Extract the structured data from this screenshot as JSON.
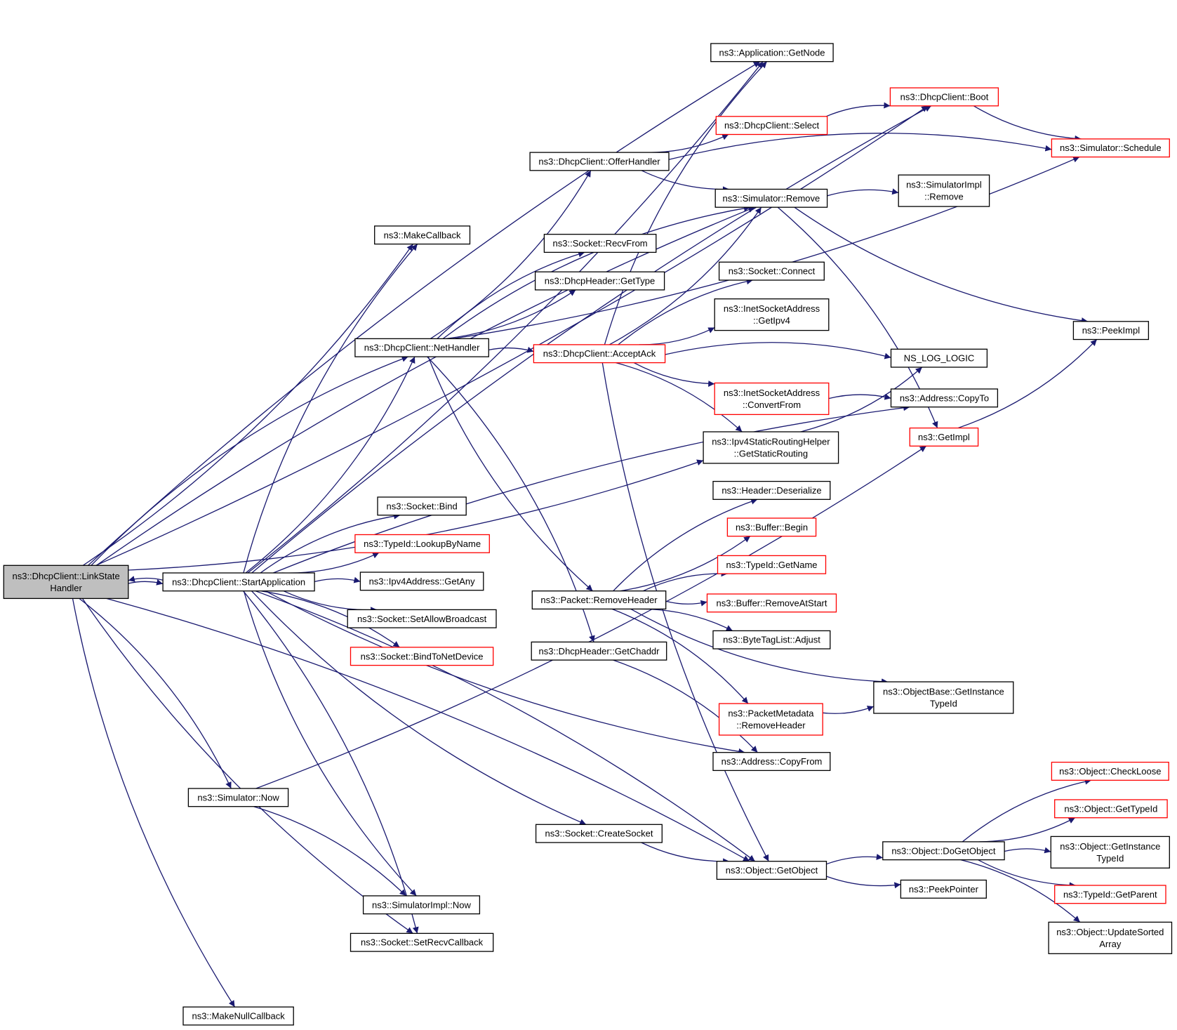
{
  "colors": {
    "edge": "#191970",
    "node_border": "#000000",
    "node_border_highlight": "#ff0000",
    "focus_fill": "#bfbfbf",
    "node_fill": "#ffffff"
  },
  "nodes": [
    {
      "id": "linkstate",
      "lines": [
        "ns3::DhcpClient::LinkState",
        "Handler"
      ],
      "style": "focus"
    },
    {
      "id": "startapp",
      "lines": [
        "ns3::DhcpClient::StartApplication"
      ],
      "style": "normal"
    },
    {
      "id": "nethandler",
      "lines": [
        "ns3::DhcpClient::NetHandler"
      ],
      "style": "normal"
    },
    {
      "id": "makecallback",
      "lines": [
        "ns3::MakeCallback"
      ],
      "style": "normal"
    },
    {
      "id": "simnow",
      "lines": [
        "ns3::Simulator::Now"
      ],
      "style": "normal"
    },
    {
      "id": "makenullcb",
      "lines": [
        "ns3::MakeNullCallback"
      ],
      "style": "normal"
    },
    {
      "id": "sockbind",
      "lines": [
        "ns3::Socket::Bind"
      ],
      "style": "normal"
    },
    {
      "id": "lookupbyname",
      "lines": [
        "ns3::TypeId::LookupByName"
      ],
      "style": "red"
    },
    {
      "id": "getany",
      "lines": [
        "ns3::Ipv4Address::GetAny"
      ],
      "style": "normal"
    },
    {
      "id": "setallowbc",
      "lines": [
        "ns3::Socket::SetAllowBroadcast"
      ],
      "style": "normal"
    },
    {
      "id": "bindtodev",
      "lines": [
        "ns3::Socket::BindToNetDevice"
      ],
      "style": "red"
    },
    {
      "id": "simimplnow",
      "lines": [
        "ns3::SimulatorImpl::Now"
      ],
      "style": "normal"
    },
    {
      "id": "setrecvcb",
      "lines": [
        "ns3::Socket::SetRecvCallback"
      ],
      "style": "normal"
    },
    {
      "id": "offerhandler",
      "lines": [
        "ns3::DhcpClient::OfferHandler"
      ],
      "style": "normal"
    },
    {
      "id": "recvfrom",
      "lines": [
        "ns3::Socket::RecvFrom"
      ],
      "style": "normal"
    },
    {
      "id": "gettype",
      "lines": [
        "ns3::DhcpHeader::GetType"
      ],
      "style": "normal"
    },
    {
      "id": "acceptack",
      "lines": [
        "ns3::DhcpClient::AcceptAck"
      ],
      "style": "red"
    },
    {
      "id": "removeheader",
      "lines": [
        "ns3::Packet::RemoveHeader"
      ],
      "style": "normal"
    },
    {
      "id": "getchaddr",
      "lines": [
        "ns3::DhcpHeader::GetChaddr"
      ],
      "style": "normal"
    },
    {
      "id": "createsocket",
      "lines": [
        "ns3::Socket::CreateSocket"
      ],
      "style": "normal"
    },
    {
      "id": "getnode",
      "lines": [
        "ns3::Application::GetNode"
      ],
      "style": "normal"
    },
    {
      "id": "select",
      "lines": [
        "ns3::DhcpClient::Select"
      ],
      "style": "red"
    },
    {
      "id": "simremove",
      "lines": [
        "ns3::Simulator::Remove"
      ],
      "style": "normal"
    },
    {
      "id": "sockconnect",
      "lines": [
        "ns3::Socket::Connect"
      ],
      "style": "normal"
    },
    {
      "id": "getipv4",
      "lines": [
        "ns3::InetSocketAddress",
        "::GetIpv4"
      ],
      "style": "normal"
    },
    {
      "id": "convertfrom",
      "lines": [
        "ns3::InetSocketAddress",
        "::ConvertFrom"
      ],
      "style": "red"
    },
    {
      "id": "getstaticrouting",
      "lines": [
        "ns3::Ipv4StaticRoutingHelper",
        "::GetStaticRouting"
      ],
      "style": "normal"
    },
    {
      "id": "hdrdeser",
      "lines": [
        "ns3::Header::Deserialize"
      ],
      "style": "normal"
    },
    {
      "id": "bufbegin",
      "lines": [
        "ns3::Buffer::Begin"
      ],
      "style": "red"
    },
    {
      "id": "typeidgetname",
      "lines": [
        "ns3::TypeId::GetName"
      ],
      "style": "red"
    },
    {
      "id": "removeatstart",
      "lines": [
        "ns3::Buffer::RemoveAtStart"
      ],
      "style": "red"
    },
    {
      "id": "bytetagadjust",
      "lines": [
        "ns3::ByteTagList::Adjust"
      ],
      "style": "normal"
    },
    {
      "id": "pmremovehdr",
      "lines": [
        "ns3::PacketMetadata",
        "::RemoveHeader"
      ],
      "style": "red"
    },
    {
      "id": "addrcopyfrom",
      "lines": [
        "ns3::Address::CopyFrom"
      ],
      "style": "normal"
    },
    {
      "id": "objgetobject",
      "lines": [
        "ns3::Object::GetObject"
      ],
      "style": "normal"
    },
    {
      "id": "boot",
      "lines": [
        "ns3::DhcpClient::Boot"
      ],
      "style": "red"
    },
    {
      "id": "schedule",
      "lines": [
        "ns3::Simulator::Schedule"
      ],
      "style": "red"
    },
    {
      "id": "simimplremove",
      "lines": [
        "ns3::SimulatorImpl",
        "::Remove"
      ],
      "style": "normal"
    },
    {
      "id": "nslog",
      "lines": [
        "NS_LOG_LOGIC"
      ],
      "style": "normal"
    },
    {
      "id": "addrcopyto",
      "lines": [
        "ns3::Address::CopyTo"
      ],
      "style": "normal"
    },
    {
      "id": "getimpl",
      "lines": [
        "ns3::GetImpl"
      ],
      "style": "red"
    },
    {
      "id": "objbasegit",
      "lines": [
        "ns3::ObjectBase::GetInstance",
        "TypeId"
      ],
      "style": "normal"
    },
    {
      "id": "dogetobject",
      "lines": [
        "ns3::Object::DoGetObject"
      ],
      "style": "normal"
    },
    {
      "id": "peekpointer",
      "lines": [
        "ns3::PeekPointer"
      ],
      "style": "normal"
    },
    {
      "id": "peekimpl",
      "lines": [
        "ns3::PeekImpl"
      ],
      "style": "normal"
    },
    {
      "id": "checkloose",
      "lines": [
        "ns3::Object::CheckLoose"
      ],
      "style": "red"
    },
    {
      "id": "objgettypeid",
      "lines": [
        "ns3::Object::GetTypeId"
      ],
      "style": "red"
    },
    {
      "id": "objgetinst",
      "lines": [
        "ns3::Object::GetInstance",
        "TypeId"
      ],
      "style": "normal"
    },
    {
      "id": "getparent",
      "lines": [
        "ns3::TypeId::GetParent"
      ],
      "style": "red"
    },
    {
      "id": "updatesorted",
      "lines": [
        "ns3::Object::UpdateSorted",
        "Array"
      ],
      "style": "normal"
    }
  ],
  "edges": [
    [
      "linkstate",
      "startapp"
    ],
    [
      "startapp",
      "linkstate"
    ],
    [
      "linkstate",
      "getnode"
    ],
    [
      "linkstate",
      "boot"
    ],
    [
      "linkstate",
      "simremove"
    ],
    [
      "linkstate",
      "makecallback"
    ],
    [
      "linkstate",
      "nethandler"
    ],
    [
      "linkstate",
      "getstaticrouting"
    ],
    [
      "linkstate",
      "simnow"
    ],
    [
      "linkstate",
      "setrecvcb"
    ],
    [
      "linkstate",
      "objgetobject"
    ],
    [
      "linkstate",
      "makenullcb"
    ],
    [
      "startapp",
      "makecallback"
    ],
    [
      "startapp",
      "nethandler"
    ],
    [
      "startapp",
      "sockbind"
    ],
    [
      "startapp",
      "lookupbyname"
    ],
    [
      "startapp",
      "getany"
    ],
    [
      "startapp",
      "setallowbc"
    ],
    [
      "startapp",
      "bindtodev"
    ],
    [
      "startapp",
      "addrcopyfrom"
    ],
    [
      "startapp",
      "addrcopyto"
    ],
    [
      "startapp",
      "createsocket"
    ],
    [
      "startapp",
      "objgetobject"
    ],
    [
      "startapp",
      "simimplnow"
    ],
    [
      "startapp",
      "setrecvcb"
    ],
    [
      "startapp",
      "getnode"
    ],
    [
      "startapp",
      "boot"
    ],
    [
      "nethandler",
      "offerhandler"
    ],
    [
      "nethandler",
      "recvfrom"
    ],
    [
      "nethandler",
      "gettype"
    ],
    [
      "nethandler",
      "acceptack"
    ],
    [
      "nethandler",
      "removeheader"
    ],
    [
      "nethandler",
      "getchaddr"
    ],
    [
      "nethandler",
      "schedule"
    ],
    [
      "nethandler",
      "simremove"
    ],
    [
      "offerhandler",
      "select"
    ],
    [
      "offerhandler",
      "schedule"
    ],
    [
      "offerhandler",
      "simremove"
    ],
    [
      "select",
      "boot"
    ],
    [
      "boot",
      "schedule"
    ],
    [
      "acceptack",
      "getnode"
    ],
    [
      "acceptack",
      "simremove"
    ],
    [
      "acceptack",
      "sockconnect"
    ],
    [
      "acceptack",
      "getipv4"
    ],
    [
      "acceptack",
      "nslog"
    ],
    [
      "acceptack",
      "convertfrom"
    ],
    [
      "acceptack",
      "getstaticrouting"
    ],
    [
      "acceptack",
      "objgetobject"
    ],
    [
      "simremove",
      "simimplremove"
    ],
    [
      "simremove",
      "peekimpl"
    ],
    [
      "simremove",
      "getimpl"
    ],
    [
      "getimpl",
      "peekimpl"
    ],
    [
      "convertfrom",
      "addrcopyto"
    ],
    [
      "getstaticrouting",
      "nslog"
    ],
    [
      "removeheader",
      "hdrdeser"
    ],
    [
      "removeheader",
      "bufbegin"
    ],
    [
      "removeheader",
      "typeidgetname"
    ],
    [
      "removeheader",
      "removeatstart"
    ],
    [
      "removeheader",
      "bytetagadjust"
    ],
    [
      "removeheader",
      "objbasegit"
    ],
    [
      "removeheader",
      "pmremovehdr"
    ],
    [
      "pmremovehdr",
      "objbasegit"
    ],
    [
      "getchaddr",
      "addrcopyfrom"
    ],
    [
      "createsocket",
      "objgetobject"
    ],
    [
      "simnow",
      "simimplnow"
    ],
    [
      "simnow",
      "getimpl"
    ],
    [
      "objgetobject",
      "dogetobject"
    ],
    [
      "objgetobject",
      "peekpointer"
    ],
    [
      "dogetobject",
      "checkloose"
    ],
    [
      "dogetobject",
      "objgettypeid"
    ],
    [
      "dogetobject",
      "objgetinst"
    ],
    [
      "dogetobject",
      "getparent"
    ],
    [
      "dogetobject",
      "updatesorted"
    ]
  ]
}
